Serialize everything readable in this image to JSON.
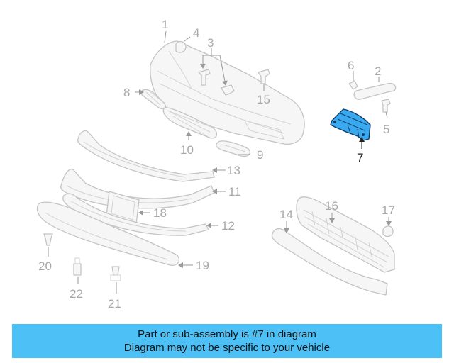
{
  "diagram": {
    "callouts": [
      "1",
      "2",
      "3",
      "4",
      "5",
      "6",
      "7",
      "8",
      "9",
      "10",
      "11",
      "12",
      "13",
      "14",
      "15",
      "16",
      "17",
      "18",
      "19",
      "20",
      "21",
      "22"
    ],
    "highlight_color": "#3aaaf0"
  },
  "banner": {
    "line1": "Part or sub-assembly is #7 in diagram",
    "line2": "Diagram may not be specific to your vehicle",
    "background": "#4dc0f5"
  }
}
